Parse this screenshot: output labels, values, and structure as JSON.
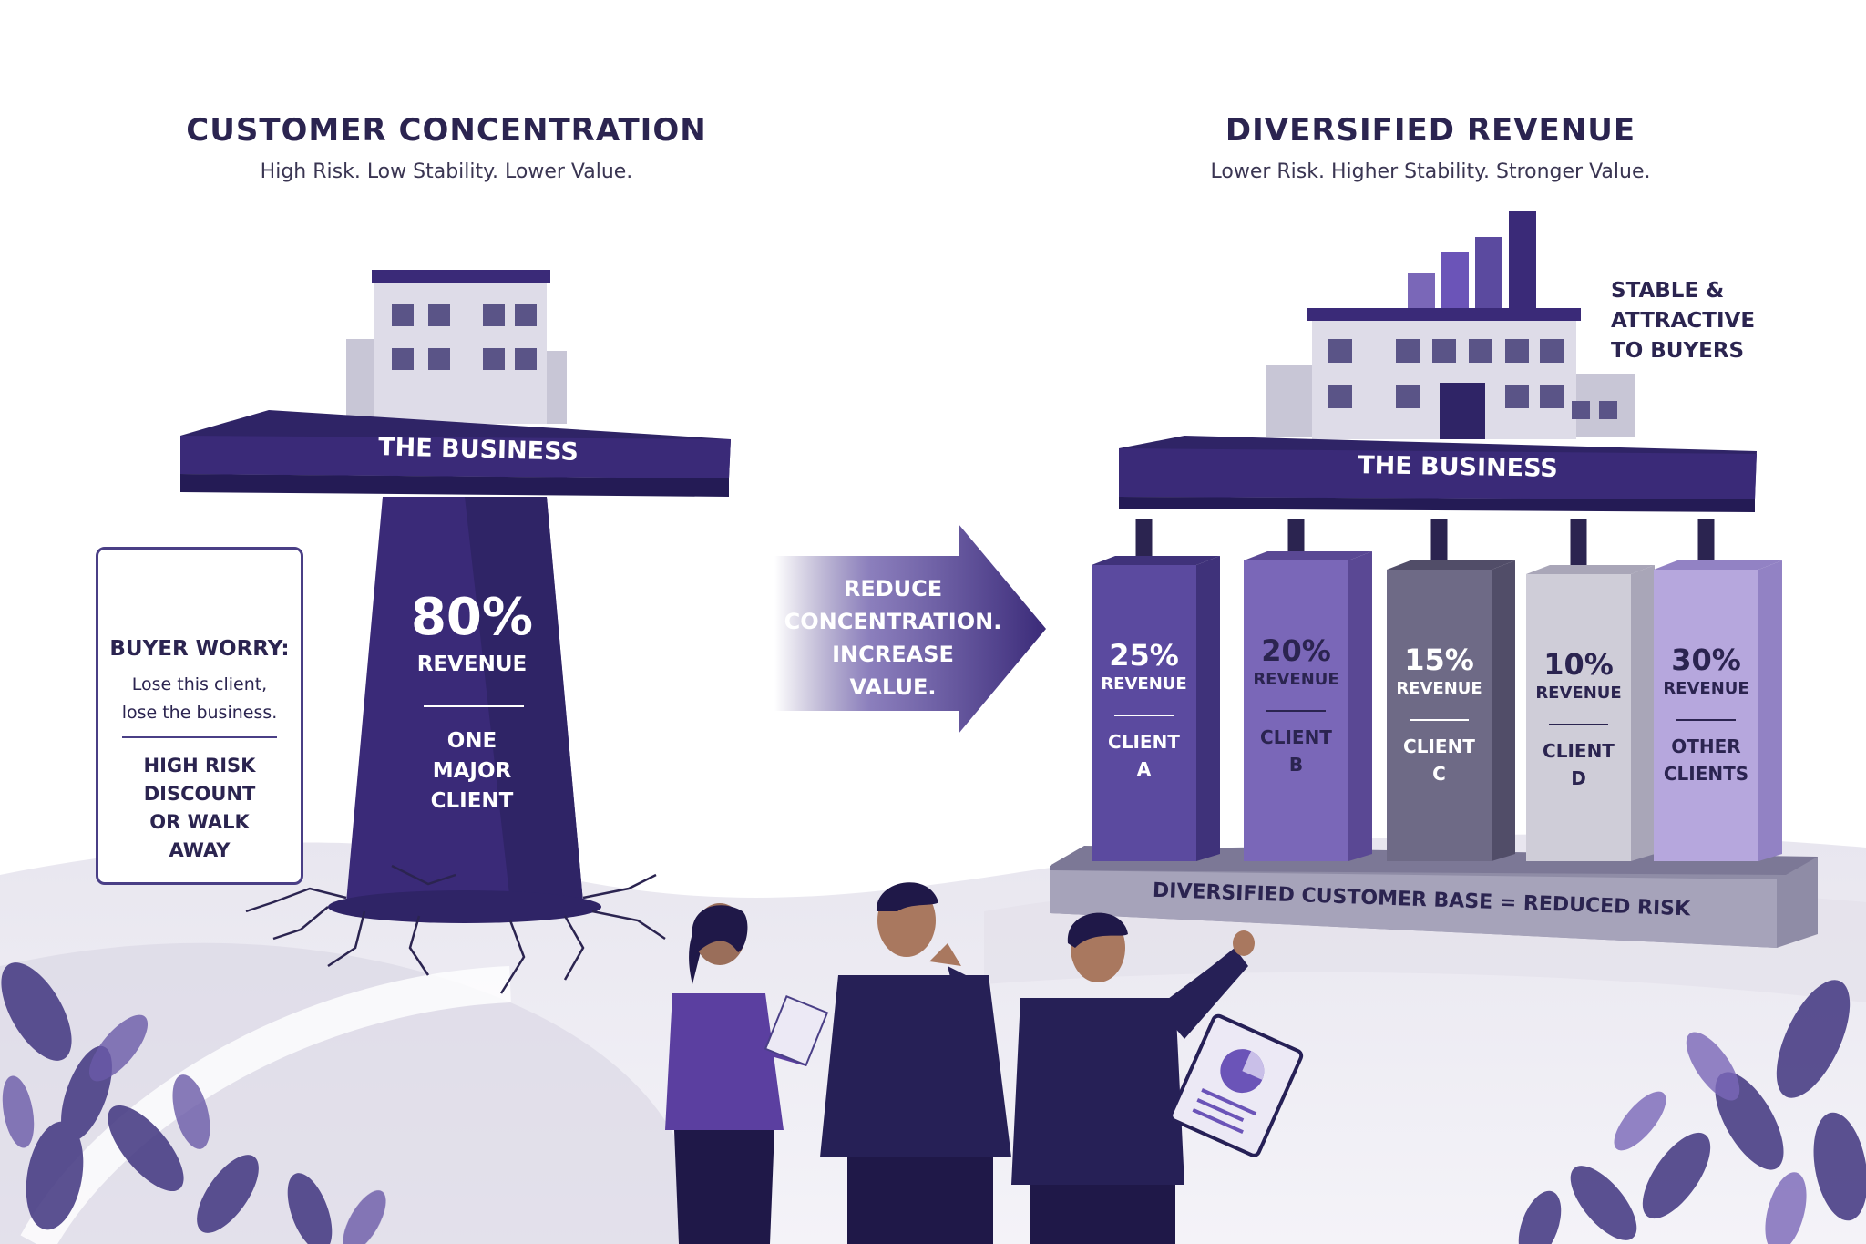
{
  "left": {
    "title": "CUSTOMER CONCENTRATION",
    "subtitle": "High Risk. Low Stability. Lower Value.",
    "beam_label": "THE BUSINESS",
    "pillar": {
      "percent": "80%",
      "revenue": "REVENUE",
      "client_lines": [
        "ONE",
        "MAJOR",
        "CLIENT"
      ]
    },
    "warning": {
      "icon": "warning-triangle-icon",
      "heading": "BUYER WORRY:",
      "lines": [
        "Lose this client,",
        "lose the business."
      ],
      "risk_lines": [
        "HIGH RISK",
        "DISCOUNT",
        "OR WALK",
        "AWAY"
      ]
    }
  },
  "arrow": {
    "lines": [
      "REDUCE",
      "CONCENTRATION.",
      "INCREASE",
      "VALUE."
    ]
  },
  "right": {
    "title": "DIVERSIFIED REVENUE",
    "subtitle": "Lower Risk. Higher Stability. Stronger Value.",
    "beam_label": "THE BUSINESS",
    "badge_lines": [
      "STABLE &",
      "ATTRACTIVE",
      "TO BUYERS"
    ],
    "base_label": "DIVERSIFIED CUSTOMER BASE = REDUCED RISK",
    "columns": [
      {
        "percent": "25%",
        "revenue": "REVENUE",
        "name_lines": [
          "CLIENT",
          "A"
        ],
        "share": 25,
        "color": "#5b4a9f",
        "side": "#3f327a",
        "text": "#ffffff"
      },
      {
        "percent": "20%",
        "revenue": "REVENUE",
        "name_lines": [
          "CLIENT",
          "B"
        ],
        "share": 20,
        "color": "#7a67b8",
        "side": "#5a4894",
        "text": "#2b2450"
      },
      {
        "percent": "15%",
        "revenue": "REVENUE",
        "name_lines": [
          "CLIENT",
          "C"
        ],
        "share": 15,
        "color": "#6e6a86",
        "side": "#514d68",
        "text": "#ffffff"
      },
      {
        "percent": "10%",
        "revenue": "REVENUE",
        "name_lines": [
          "CLIENT",
          "D"
        ],
        "share": 10,
        "color": "#cfcdd8",
        "side": "#a9a6b8",
        "text": "#2b2450"
      },
      {
        "percent": "30%",
        "revenue": "REVENUE",
        "name_lines": [
          "OTHER",
          "CLIENTS"
        ],
        "share": 30,
        "color": "#b6a7dd",
        "side": "#9282c4",
        "text": "#2b2450"
      }
    ]
  },
  "colors": {
    "primary": "#3a2a78",
    "dark": "#2b2450",
    "accent": "#6b54b8",
    "ground": "#e4e2ec"
  }
}
